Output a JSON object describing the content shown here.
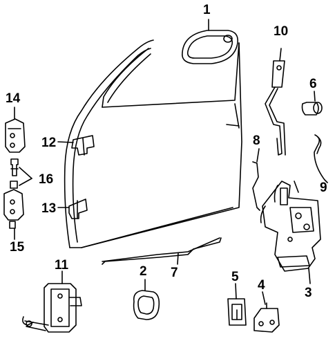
{
  "diagram": {
    "callouts": [
      {
        "id": "c1",
        "label": "1",
        "part": "outside-handle"
      },
      {
        "id": "c2",
        "label": "2",
        "part": "inside-handle"
      },
      {
        "id": "c3",
        "label": "3",
        "part": "lock-assembly"
      },
      {
        "id": "c4",
        "label": "4",
        "part": "striker"
      },
      {
        "id": "c5",
        "label": "5",
        "part": "clip"
      },
      {
        "id": "c6",
        "label": "6",
        "part": "lock-cylinder"
      },
      {
        "id": "c7",
        "label": "7",
        "part": "lock-rod"
      },
      {
        "id": "c8",
        "label": "8",
        "part": "rod"
      },
      {
        "id": "c9",
        "label": "9",
        "part": "rod"
      },
      {
        "id": "c10",
        "label": "10",
        "part": "actuator"
      },
      {
        "id": "c11",
        "label": "11",
        "part": "door-check"
      },
      {
        "id": "c12",
        "label": "12",
        "part": "upper-hinge"
      },
      {
        "id": "c13",
        "label": "13",
        "part": "lower-hinge"
      },
      {
        "id": "c14",
        "label": "14",
        "part": "hinge-bracket"
      },
      {
        "id": "c15",
        "label": "15",
        "part": "hinge-bracket"
      },
      {
        "id": "c16",
        "label": "16",
        "part": "hinge-pin"
      }
    ],
    "colors": {
      "line": "#000000",
      "background": "#ffffff"
    }
  }
}
